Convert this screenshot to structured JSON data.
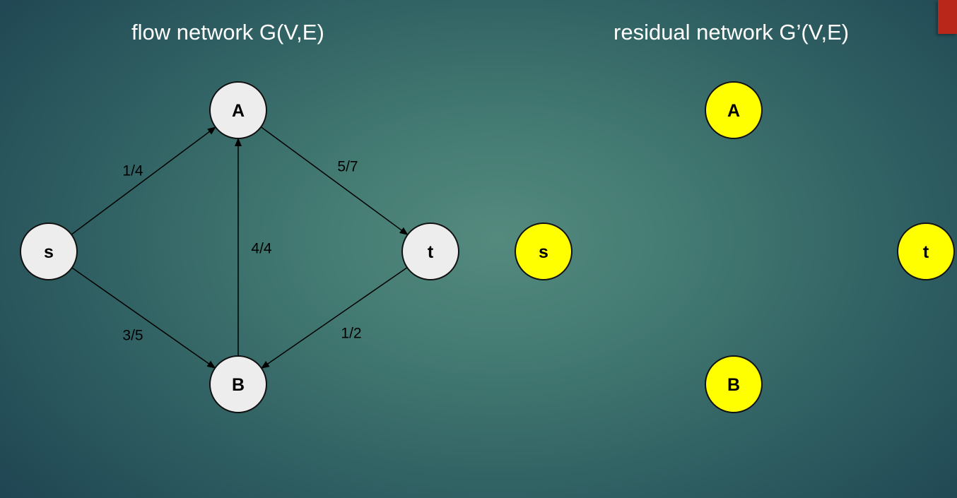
{
  "slide": {
    "left_title": "flow network G(V,E)",
    "right_title": "residual network G’(V,E)"
  },
  "flow_network": {
    "node_color": "#ededed",
    "nodes": [
      {
        "id": "A",
        "label": "A"
      },
      {
        "id": "s",
        "label": "s"
      },
      {
        "id": "t",
        "label": "t"
      },
      {
        "id": "B",
        "label": "B"
      }
    ],
    "edges": [
      {
        "from": "s",
        "to": "A",
        "label": "1/4"
      },
      {
        "from": "A",
        "to": "t",
        "label": "5/7"
      },
      {
        "from": "B",
        "to": "A",
        "label": "4/4"
      },
      {
        "from": "s",
        "to": "B",
        "label": "3/5"
      },
      {
        "from": "t",
        "to": "B",
        "label": "1/2"
      }
    ]
  },
  "residual_network": {
    "node_color": "#ffff00",
    "nodes": [
      {
        "id": "A",
        "label": "A"
      },
      {
        "id": "s",
        "label": "s"
      },
      {
        "id": "t",
        "label": "t"
      },
      {
        "id": "B",
        "label": "B"
      }
    ],
    "edges": []
  },
  "colors": {
    "accent_tab": "#b9261a",
    "edge": "#000000"
  }
}
